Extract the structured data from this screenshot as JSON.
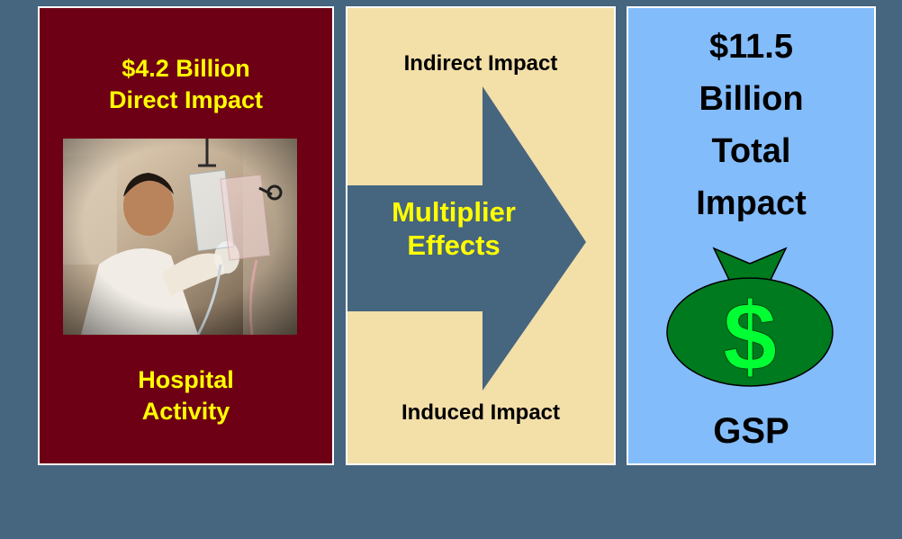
{
  "direct": {
    "title": "$4.2 Billion\nDirect Impact",
    "label": "Hospital\nActivity"
  },
  "multiplier": {
    "top_label": "Indirect Impact",
    "center_label": "Multiplier\nEffects",
    "bottom_label": "Induced Impact"
  },
  "total": {
    "title": "$11.5\nBillion\nTotal\nImpact",
    "currency_symbol": "$",
    "label": "GSP"
  },
  "colors": {
    "background": "#46657f",
    "direct_box": "#6e0015",
    "multiplier_box": "#f3dfa8",
    "total_box": "#83bcfb",
    "arrow": "#46657f",
    "money_bag": "#007a1e",
    "dollar_sign": "#00ff33",
    "highlight_text": "#ffff00"
  },
  "icons": {
    "photo": "hospital-worker-photo",
    "arrow": "right-arrow",
    "bag": "money-bag-icon"
  }
}
